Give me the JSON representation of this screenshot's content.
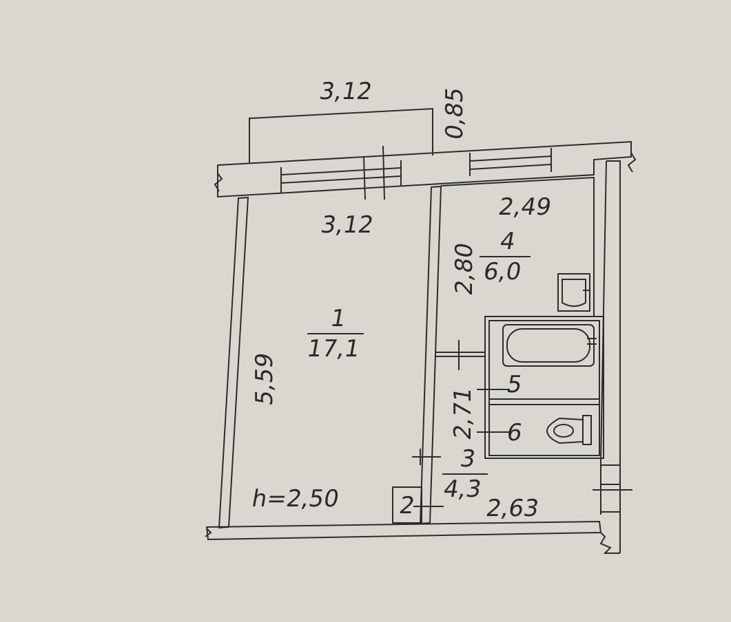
{
  "dimensions": {
    "balcony_width": "3,12",
    "balcony_depth": "0,85",
    "room1_width": "3,12",
    "room1_length": "5,59",
    "kitchen_width": "2,49",
    "kitchen_length": "2,80",
    "hall_length": "2,71",
    "hall_width": "2,63",
    "ceiling_height": "h=2,50"
  },
  "rooms": {
    "room1": {
      "number": "1",
      "area": "17,1"
    },
    "room2": {
      "number": "2"
    },
    "room3": {
      "number": "3",
      "area": "4,3"
    },
    "room4": {
      "number": "4",
      "area": "6,0"
    },
    "room5": {
      "number": "5"
    },
    "room6": {
      "number": "6"
    }
  },
  "colors": {
    "paper": "#d9d7d0",
    "ink": "#2c2c2c"
  },
  "icons": [
    "sink-icon",
    "bathtub-icon",
    "toilet-icon"
  ]
}
